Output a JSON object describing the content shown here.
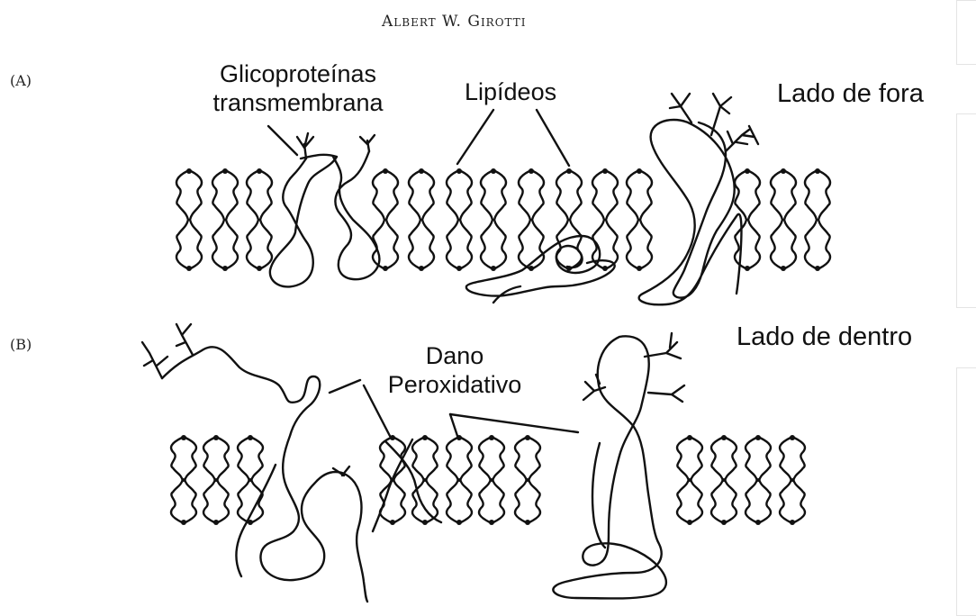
{
  "header": {
    "author": "Albert W. Girotti"
  },
  "panels": {
    "a": "(A)",
    "b": "(B)"
  },
  "labels": {
    "glycoproteins_line1": "Glicoproteínas",
    "glycoproteins_line2": "transmembrana",
    "lipids": "Lipídeos",
    "outside": "Lado de fora",
    "inside": "Lado de dentro",
    "damage_line1": "Dano",
    "damage_line2": "Peroxidativo"
  }
}
